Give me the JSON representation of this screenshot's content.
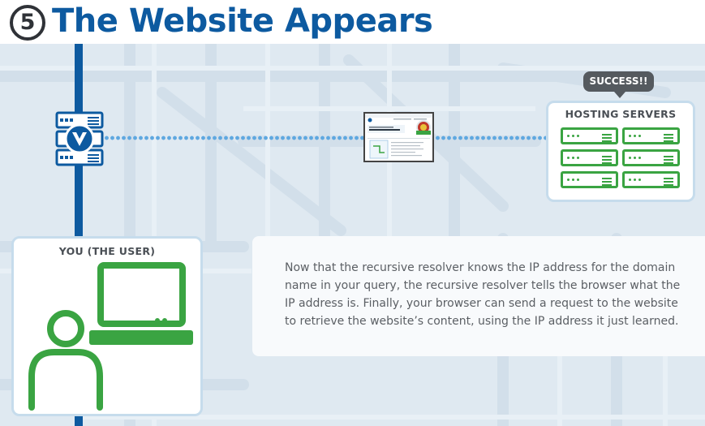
{
  "step": {
    "number": "5",
    "title": "The Website Appears"
  },
  "badges": {
    "success": "SUCCESS!!"
  },
  "nodes": {
    "hosting_servers": "HOSTING SERVERS",
    "user": "YOU (THE USER)"
  },
  "description": "Now that the recursive resolver knows the IP address for the domain name in your query, the recursive resolver tells the browser what the IP address is. Finally, your browser can send a request to the website to retrieve the website’s content, using the IP address it just learned.",
  "icons": {
    "resolver": "resolver-server-icon",
    "webpage": "webpage-thumbnail-icon",
    "servers": "server-rack-icon",
    "user": "person-icon",
    "computer": "laptop-icon"
  },
  "colors": {
    "title": "#0d5aa0",
    "line": "#0d5aa0",
    "accent_green": "#3aa442",
    "dots": "#5fa8e0",
    "badge": "#555a5f"
  }
}
